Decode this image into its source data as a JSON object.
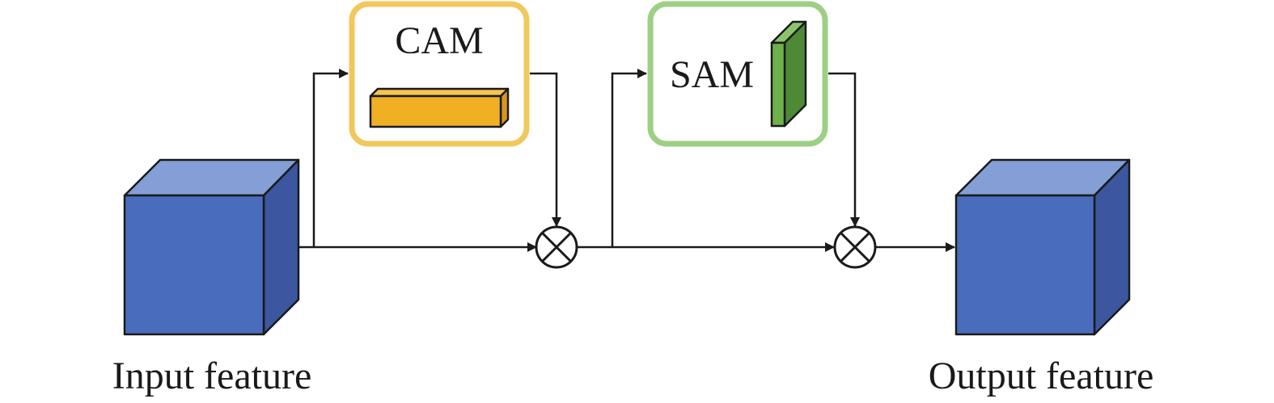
{
  "nodes": {
    "input": {
      "label": "Input feature"
    },
    "output": {
      "label": "Output feature"
    },
    "cam": {
      "label": "CAM"
    },
    "sam": {
      "label": "SAM"
    }
  },
  "colors": {
    "cube_front": "#4a6cbd",
    "cube_top": "#849ed6",
    "cube_side": "#3c57a0",
    "cam_border": "#f2c75c",
    "cam_bar_front": "#f0b024",
    "cam_bar_top": "#f5c553",
    "cam_bar_side": "#d8961a",
    "sam_border": "#9dcf84",
    "sam_bar_front": "#6fb04a",
    "sam_bar_side": "#4e8a35",
    "stroke": "#1a1a1a"
  }
}
